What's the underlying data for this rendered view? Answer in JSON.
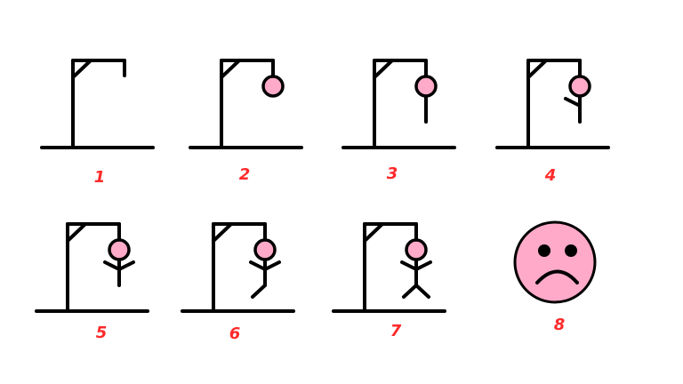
{
  "colors": {
    "line": "#000000",
    "head_fill": "#ffaac8",
    "label": "#ff2a2a"
  },
  "stages": [
    {
      "label": "1",
      "parts": []
    },
    {
      "label": "2",
      "parts": [
        "head"
      ]
    },
    {
      "label": "3",
      "parts": [
        "head",
        "body"
      ]
    },
    {
      "label": "4",
      "parts": [
        "head",
        "body",
        "left-arm"
      ]
    },
    {
      "label": "5",
      "parts": [
        "head",
        "body",
        "left-arm",
        "right-arm"
      ]
    },
    {
      "label": "6",
      "parts": [
        "head",
        "body",
        "left-arm",
        "right-arm",
        "left-leg"
      ]
    },
    {
      "label": "7",
      "parts": [
        "head",
        "body",
        "left-arm",
        "right-arm",
        "left-leg",
        "right-leg"
      ]
    },
    {
      "label": "8",
      "parts": [
        "sad-face"
      ]
    }
  ]
}
